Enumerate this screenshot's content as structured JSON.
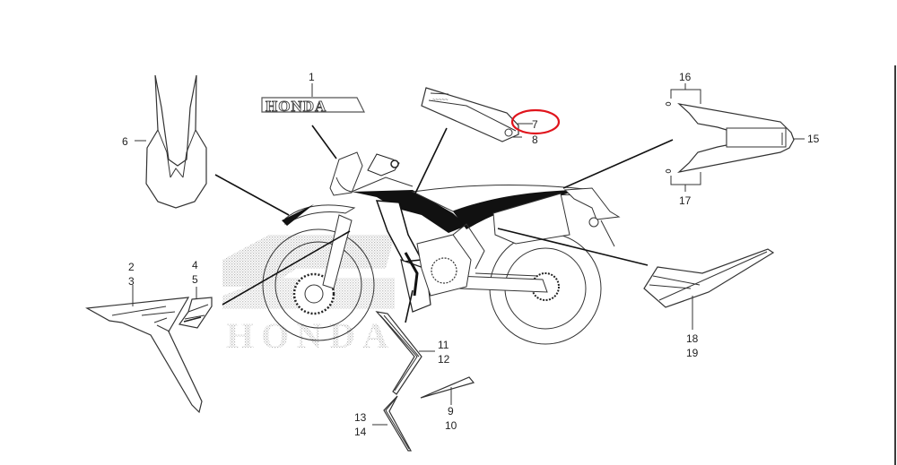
{
  "diagram": {
    "title": "HONDA",
    "highlight": {
      "part": "7",
      "shape": "ellipse",
      "color": "#e0141c"
    },
    "border_color": "#3a3a3a",
    "callouts": [
      {
        "id": "c1",
        "label": "1",
        "part": "HONDA emblem"
      },
      {
        "id": "c2",
        "label": "2",
        "part": "shroud stripe"
      },
      {
        "id": "c3",
        "label": "3",
        "part": "shroud stripe"
      },
      {
        "id": "c4",
        "label": "4",
        "part": "shroud mark"
      },
      {
        "id": "c5",
        "label": "5",
        "part": "shroud mark"
      },
      {
        "id": "c6",
        "label": "6",
        "part": "front fender stripe"
      },
      {
        "id": "c7",
        "label": "7",
        "part": "tank stripe"
      },
      {
        "id": "c8",
        "label": "8",
        "part": "tank stripe"
      },
      {
        "id": "c9",
        "label": "9",
        "part": "small stripe"
      },
      {
        "id": "c10",
        "label": "10",
        "part": "small stripe"
      },
      {
        "id": "c11",
        "label": "11",
        "part": "radiator grille stripe"
      },
      {
        "id": "c12",
        "label": "12",
        "part": "radiator grille stripe"
      },
      {
        "id": "c13",
        "label": "13",
        "part": "lower stripe"
      },
      {
        "id": "c14",
        "label": "14",
        "part": "lower stripe"
      },
      {
        "id": "c15",
        "label": "15",
        "part": "rear fender stripe"
      },
      {
        "id": "c16",
        "label": "16",
        "part": "rear fender mark"
      },
      {
        "id": "c17",
        "label": "17",
        "part": "rear fender mark"
      },
      {
        "id": "c18",
        "label": "18",
        "part": "side cover stripe"
      },
      {
        "id": "c19",
        "label": "19",
        "part": "side cover stripe"
      }
    ],
    "emblem_text": "HONDA",
    "watermark_text": "HONDA"
  }
}
